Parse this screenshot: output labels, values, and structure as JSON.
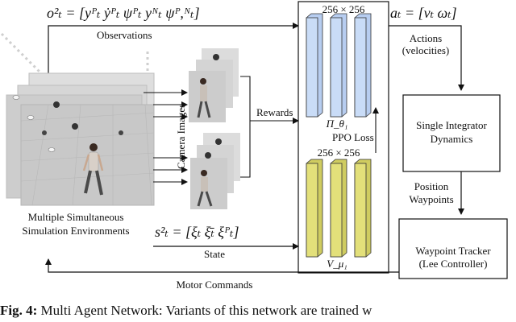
{
  "top_equation": "o²ₜ = [yᴾₜ  ẏᴾₜ  ψᴾₜ  yᴺₜ  ψᴾ,ᴺₜ]",
  "observations_label": "Observations",
  "camera_images_label": "Camera Images",
  "rewards_label": "Rewards",
  "policy_net": {
    "size": "256 × 256",
    "label": "Π_θ₁"
  },
  "value_net": {
    "size": "256 × 256",
    "label": "V_μ₁"
  },
  "ppo_loss_label": "PPO Loss",
  "action_equation": "aₜ = [vₜ  ωₜ]",
  "actions_label_1": "Actions",
  "actions_label_2": "(velocities)",
  "dynamics_block": {
    "line1": "Single Integrator",
    "line2": "Dynamics"
  },
  "position_label_1": "Position",
  "position_label_2": "Waypoints",
  "tracker_block": {
    "line1": "Waypoint Tracker",
    "line2": "(Lee Controller)"
  },
  "env_label_1": "Multiple Simultaneous",
  "env_label_2": "Simulation Environments",
  "state_equation": "s²ₜ = [ξₜ  ξ̄ₜ  ξᴾₜ]",
  "state_label": "State",
  "motor_commands_label": "Motor Commands",
  "caption_fig": "Fig. 4:",
  "caption_text": " Multi Agent Network: Variants of this network are trained w",
  "colors": {
    "policy_fill": "#c9dcf7",
    "value_fill": "#e3e07a",
    "line": "#111111"
  }
}
